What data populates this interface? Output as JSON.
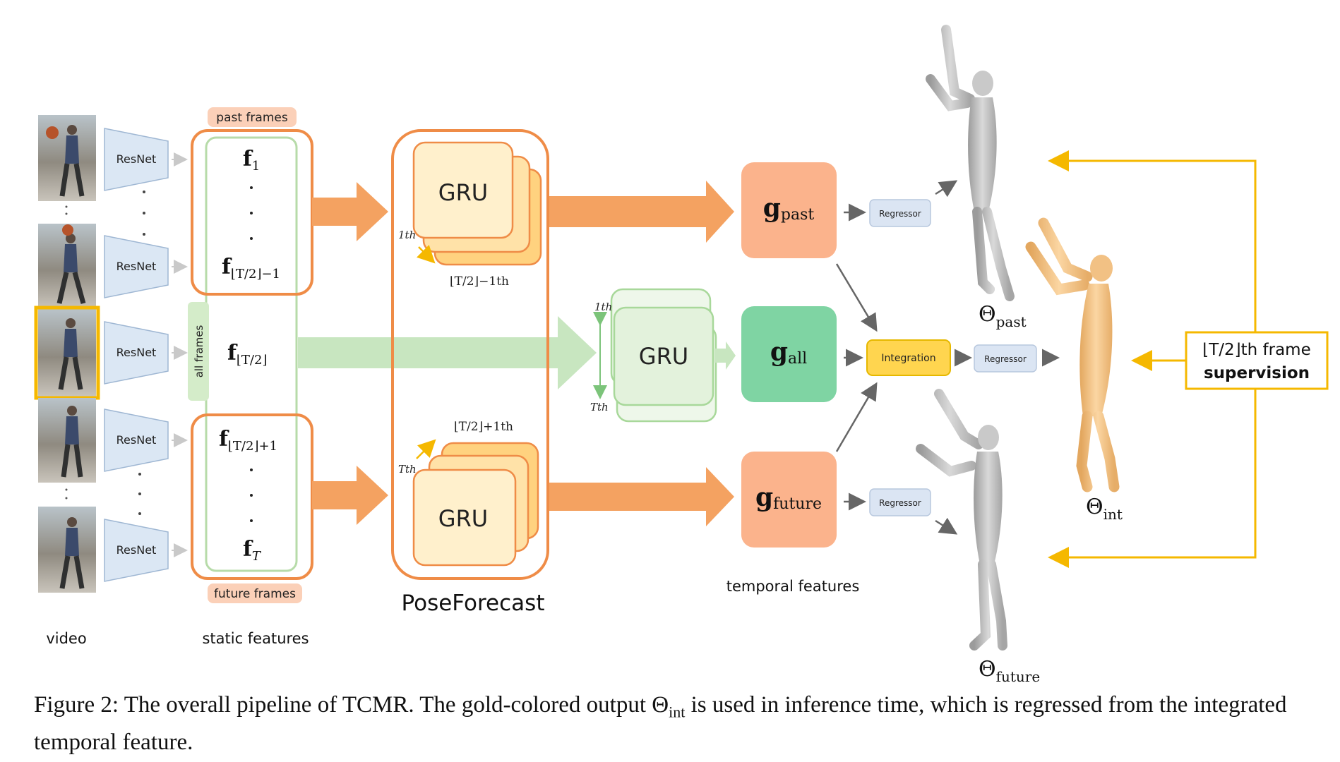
{
  "labels": {
    "resnet": "ResNet",
    "past_frames": "past frames",
    "future_frames": "future frames",
    "all_frames": "all frames",
    "gru": "GRU",
    "poseforecast": "PoseForecast",
    "temporal_features": "temporal features",
    "static_features": "static features",
    "video": "video",
    "regressor": "Regressor",
    "integration": "Integration",
    "supervision_line1": "⌊T/2⌋th frame",
    "supervision_line2": "supervision"
  },
  "features": {
    "f1": "f",
    "f1_sub": "1",
    "fmid_minus": "f",
    "fmid_minus_sub": "⌊T/2⌋−1",
    "fmid": "f",
    "fmid_sub": "⌊T/2⌋",
    "fmid_plus": "f",
    "fmid_plus_sub": "⌊T/2⌋+1",
    "fT": "f",
    "fT_sub": "T"
  },
  "gru_annotations": {
    "past_start": "1th",
    "past_end": "⌊T/2⌋−1th",
    "future_start": "Tth",
    "future_end": "⌊T/2⌋+1th",
    "all_start": "1th",
    "all_end": "Tth"
  },
  "temporal": {
    "g_past": "g",
    "g_past_sub": "past",
    "g_all": "g",
    "g_all_sub": "all",
    "g_future": "g",
    "g_future_sub": "future"
  },
  "outputs": {
    "theta_past": "Θ",
    "theta_past_sub": "past",
    "theta_future": "Θ",
    "theta_future_sub": "future",
    "theta_int": "Θ",
    "theta_int_sub": "int"
  },
  "caption": {
    "part1": "Figure 2: The overall pipeline of TCMR. The gold-colored output Θ",
    "sub": "int",
    "part2": " is used in inference time, which is regressed from the integrated temporal feature."
  },
  "colors": {
    "orange": "#f4a261",
    "orange_dark": "#ef8c47",
    "green_light": "#c8e6c0",
    "green_strong": "#7fd4a3",
    "salmon": "#fbb38c",
    "gold": "#f5c518",
    "resnet_fill": "#dbe7f4"
  }
}
